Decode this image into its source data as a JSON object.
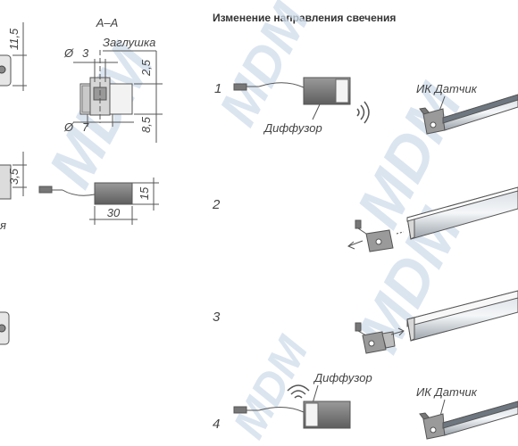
{
  "heading": "Изменение направления свечения",
  "section": "A–A",
  "dimensions": {
    "d11_5": "11,5",
    "d3": "3",
    "d2_5": "2,5",
    "d7": "7",
    "d8_5": "8,5",
    "d3_5": "3,5",
    "d15": "15",
    "d30": "30"
  },
  "labels": {
    "plug": "Заглушка",
    "diffuser_top": "Диффузор",
    "ir_sensor_top": "ИК Датчик",
    "diffuser_bottom": "Диффузор",
    "ir_sensor_bottom": "ИК Датчик",
    "left_cut": "я"
  },
  "steps": [
    "1",
    "2",
    "3",
    "4"
  ],
  "watermark": "MDM",
  "colors": {
    "line": "#555555",
    "watermark": "#c8d8ea",
    "profile_light": "#eef2f6",
    "sensor_body": "#8c8c8c"
  }
}
